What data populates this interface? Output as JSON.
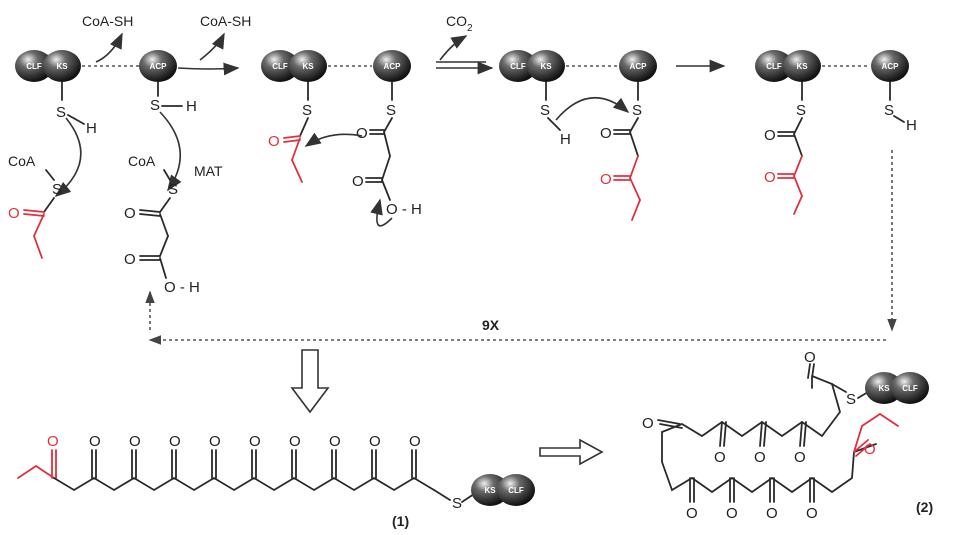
{
  "domains": {
    "clf": "CLF",
    "ks": "KS",
    "acp": "ACP"
  },
  "atoms": {
    "s": "S",
    "h": "H",
    "o": "O",
    "oh": "O - H",
    "coa": "CoA"
  },
  "labels": {
    "coa_sh_1": "CoA-SH",
    "coa_sh_2": "CoA-SH",
    "co2": "CO",
    "co2_sub": "2",
    "mat": "MAT",
    "repeat": "9X",
    "compound_1": "(1)",
    "compound_2": "(2)"
  },
  "colors": {
    "highlight": "#e03040",
    "ink": "#2a2a2a"
  }
}
